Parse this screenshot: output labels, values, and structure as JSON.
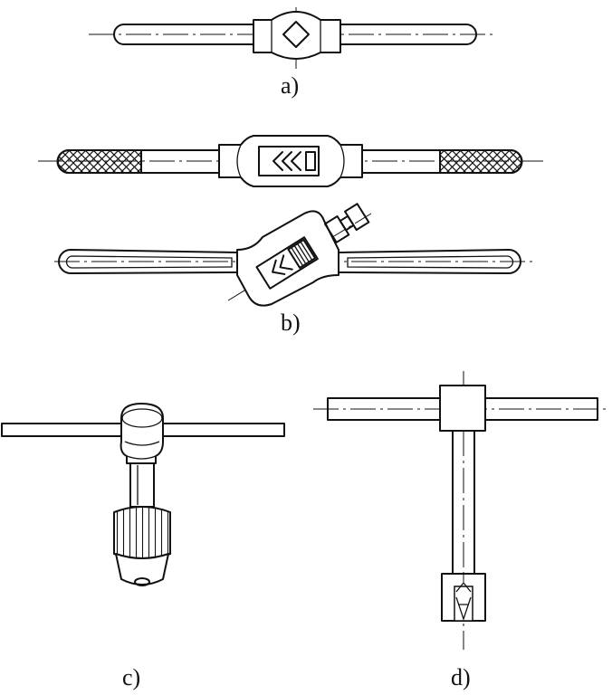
{
  "figure": {
    "captions": {
      "a": "a)",
      "b": "b)",
      "c": "c)",
      "d": "d)"
    },
    "colors": {
      "line": "#111111",
      "background": "#ffffff"
    }
  }
}
